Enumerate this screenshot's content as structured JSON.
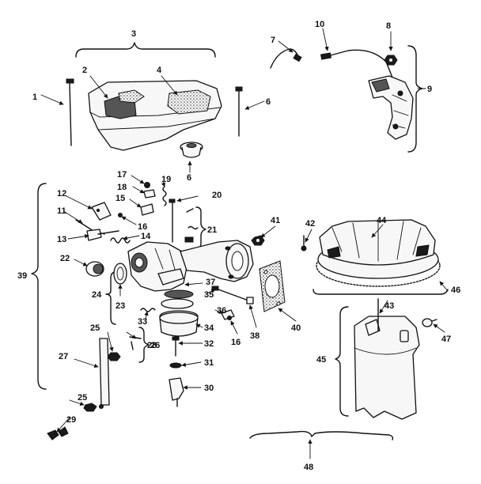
{
  "callouts": {
    "c1": "1",
    "c2": "2",
    "c3": "3",
    "c4": "4",
    "c5": "6",
    "c6": "6",
    "c7": "7",
    "c8": "8",
    "c9": "9",
    "c10": "10",
    "c11": "11",
    "c12": "12",
    "c13": "13",
    "c14": "14",
    "c15": "15",
    "c16": "16",
    "c16b": "16",
    "c17": "17",
    "c18": "18",
    "c19": "19",
    "c20": "20",
    "c21": "21",
    "c22": "22",
    "c23": "23",
    "c24": "24",
    "c25": "25",
    "c25b": "25",
    "c26": "26",
    "c27": "27",
    "c28": "28",
    "c29": "29",
    "c30": "30",
    "c31": "31",
    "c32": "32",
    "c33": "33",
    "c34": "34",
    "c35": "35",
    "c36": "36",
    "c37": "37",
    "c38": "38",
    "c39": "39",
    "c40": "40",
    "c41": "41",
    "c42": "42",
    "c43": "43",
    "c44": "44",
    "c45": "45",
    "c46": "46",
    "c47": "47",
    "c48": "48"
  }
}
